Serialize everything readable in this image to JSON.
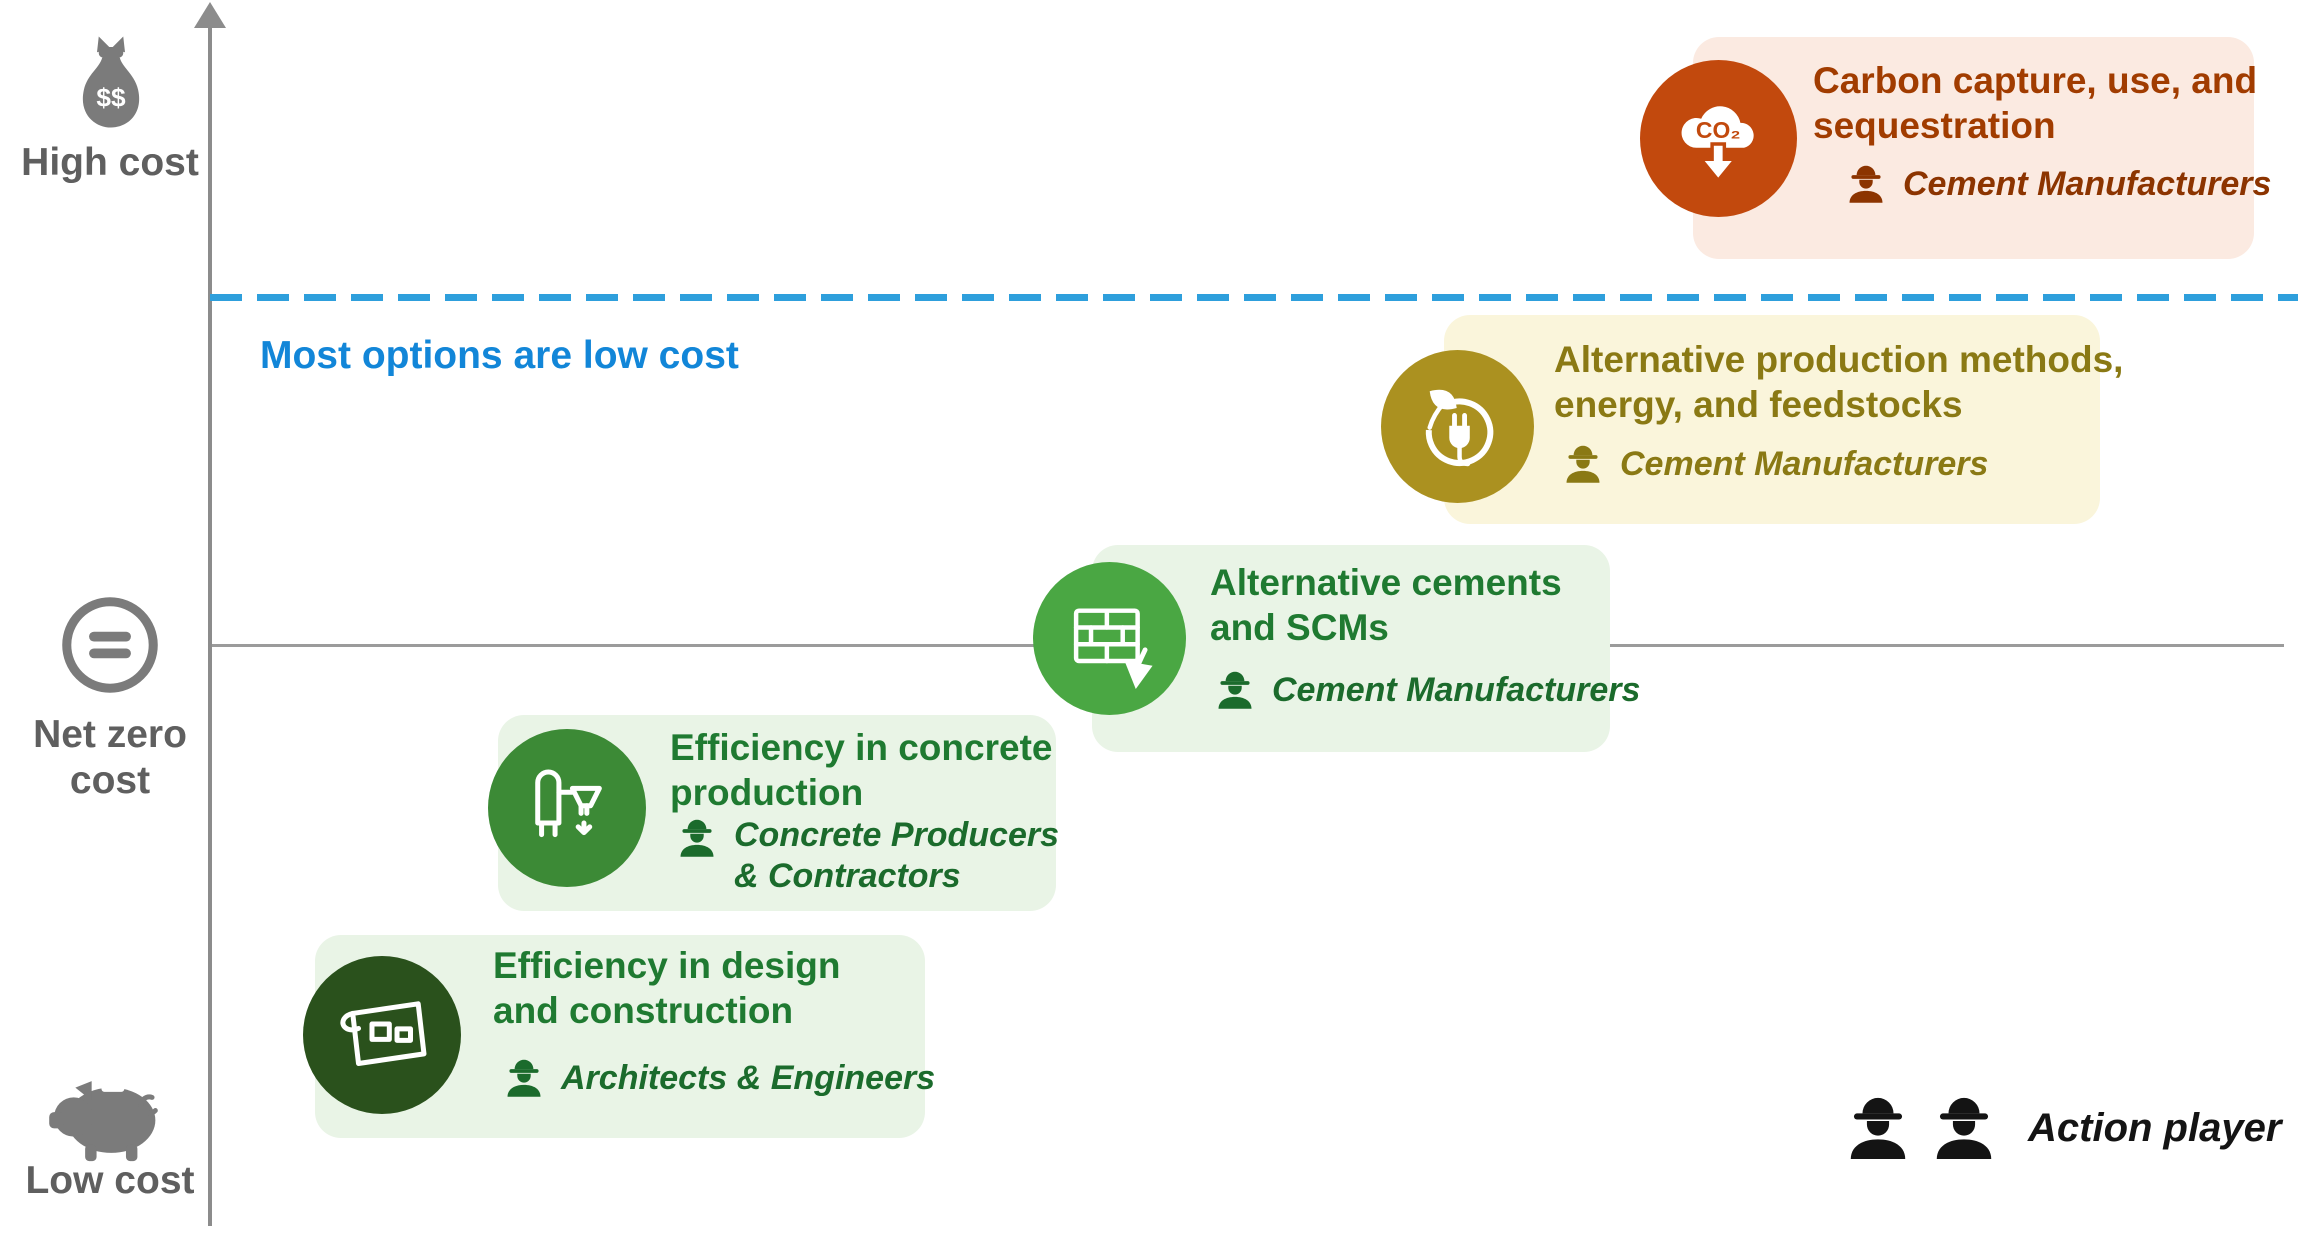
{
  "axis": {
    "high_cost_label": "High cost",
    "net_zero_label": "Net zero cost",
    "low_cost_label": "Low cost",
    "icons": [
      "money-bag-icon",
      "net-zero-equals-icon",
      "piggy-bank-icon"
    ]
  },
  "note": {
    "text": "Most options are low cost"
  },
  "cards": [
    {
      "key": "design-efficiency",
      "title_lines": [
        "Efficiency in design",
        "and construction"
      ],
      "actor_lines": [
        "Architects & Engineers"
      ],
      "icon": "blueprint-icon",
      "icon_bg": "#2A511C",
      "card_bg": "#E9F4E6",
      "text_color": "#1F7A31"
    },
    {
      "key": "concrete-production-efficiency",
      "title_lines": [
        "Efficiency in concrete",
        "production"
      ],
      "actor_lines": [
        "Concrete Producers",
        "& Contractors"
      ],
      "icon": "concrete-plant-icon",
      "icon_bg": "#3C8A36",
      "card_bg": "#E9F4E6",
      "text_color": "#1F7A31"
    },
    {
      "key": "alternative-cements-and-scms",
      "title_lines": [
        "Alternative cements",
        "and SCMs"
      ],
      "actor_lines": [
        "Cement Manufacturers"
      ],
      "icon": "bricks-trowel-icon",
      "icon_bg": "#4AA743",
      "card_bg": "#E9F4E6",
      "text_color": "#1F7A31"
    },
    {
      "key": "alternative-production-methods",
      "title_lines": [
        "Alternative production methods,",
        "energy, and feedstocks"
      ],
      "actor_lines": [
        "Cement Manufacturers"
      ],
      "icon": "leaf-plug-icon",
      "icon_bg": "#AB9120",
      "card_bg": "#FAF5DB",
      "text_color": "#8A7914"
    },
    {
      "key": "carbon-capture-use-sequestration",
      "title_lines": [
        "Carbon capture, use, and",
        "sequestration"
      ],
      "actor_lines": [
        "Cement Manufacturers"
      ],
      "icon": "co2-capture-icon",
      "icon_bg": "#C2490D",
      "card_bg": "#FBEAE1",
      "text_color": "#A13C00"
    }
  ],
  "legend": {
    "label": "Action player"
  },
  "colors": {
    "threshold_blue": "#2E9FDC",
    "note_blue": "#1286D8",
    "axis_gray": "#8C8C8C",
    "baseline_gray": "#9B9B9B"
  }
}
